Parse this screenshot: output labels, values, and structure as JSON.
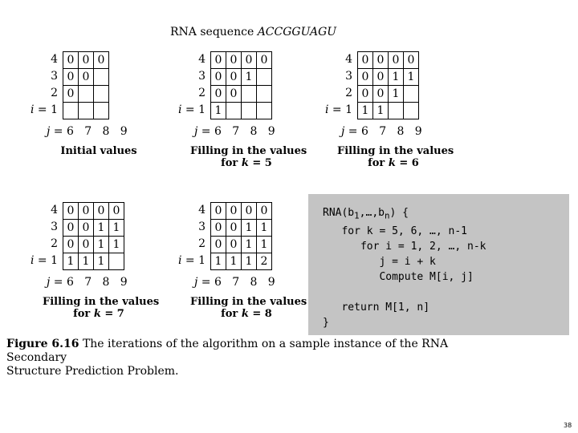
{
  "title_prefix": "RNA sequence ",
  "title_seq": "ACCGGUAGU",
  "panels": [
    {
      "rows": [
        [
          "0",
          "0",
          "0"
        ],
        [
          "0",
          "0",
          ""
        ],
        [
          "0",
          "",
          ""
        ],
        [
          "",
          "",
          ""
        ]
      ],
      "cols": 3,
      "caption1": "Initial values",
      "caption2": ""
    },
    {
      "rows": [
        [
          "0",
          "0",
          "0",
          "0"
        ],
        [
          "0",
          "0",
          "1",
          ""
        ],
        [
          "0",
          "0",
          "",
          ""
        ],
        [
          "1",
          "",
          "",
          ""
        ]
      ],
      "cols": 4,
      "caption1": "Filling in the values",
      "caption2": "for k = 5"
    },
    {
      "rows": [
        [
          "0",
          "0",
          "0",
          "0"
        ],
        [
          "0",
          "0",
          "1",
          "1"
        ],
        [
          "0",
          "0",
          "1",
          ""
        ],
        [
          "1",
          "1",
          "",
          ""
        ]
      ],
      "cols": 4,
      "caption1": "Filling in the values",
      "caption2": "for k = 6"
    },
    {
      "rows": [
        [
          "0",
          "0",
          "0",
          "0"
        ],
        [
          "0",
          "0",
          "1",
          "1"
        ],
        [
          "0",
          "0",
          "1",
          "1"
        ],
        [
          "1",
          "1",
          "1",
          ""
        ]
      ],
      "cols": 4,
      "caption1": "Filling in the values",
      "caption2": "for k = 7"
    },
    {
      "rows": [
        [
          "0",
          "0",
          "0",
          "0"
        ],
        [
          "0",
          "0",
          "1",
          "1"
        ],
        [
          "0",
          "0",
          "1",
          "1"
        ],
        [
          "1",
          "1",
          "1",
          "2"
        ]
      ],
      "cols": 4,
      "caption1": "Filling in the values",
      "caption2": "for k = 8"
    }
  ],
  "row_labels": [
    "4",
    "3",
    "2",
    "i = 1"
  ],
  "col_labels": "j = 6 7 8 9",
  "code_lines": [
    "RNA(b1,…,bn) {",
    "   for k = 5, 6, …, n-1",
    "      for i = 1, 2, …, n-k",
    "         j = i + k",
    "         Compute M[i, j]",
    "",
    "   return M[1, n]",
    "}"
  ],
  "figure_label": "Figure 6.16",
  "figure_text_1": "The iterations of the algorithm on a sample instance of the RNA Secondary",
  "figure_text_2": "Structure Prediction Problem.",
  "page_number": "38"
}
